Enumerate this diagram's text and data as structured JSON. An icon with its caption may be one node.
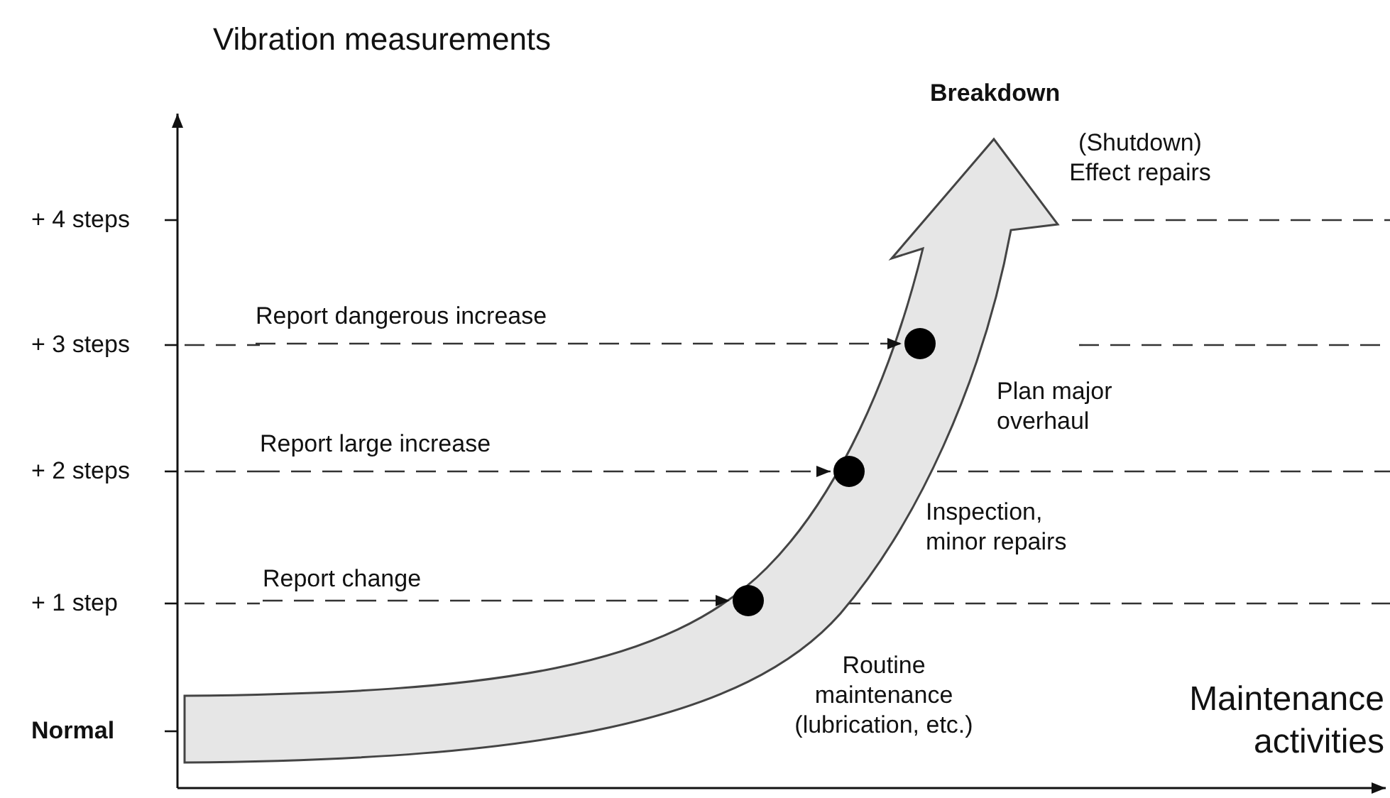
{
  "diagram": {
    "nodes": [
      {
        "text": [
          "Report dangerous increase"
        ]
      },
      {
        "text": [
          "Report large increase"
        ]
      },
      {
        "text": [
          "Report change"
        ]
      },
      {
        "text": [],
        "shape": "circle"
      },
      {
        "text": [],
        "shape": "circle"
      },
      {
        "text": [],
        "shape": "circle"
      }
    ],
    "edges": [
      {
        "from": 0,
        "to": 5,
        "arrow": "to",
        "style": "dashed"
      },
      {
        "from": 1,
        "to": 4,
        "arrow": "to",
        "style": "dashed"
      },
      {
        "from": 2,
        "to": 3,
        "arrow": "to",
        "style": "dashed"
      }
    ],
    "labels": [
      "Vibration measurements",
      "Breakdown",
      "+ 4 steps",
      "(Shutdown) Effect repairs",
      "+ 3 steps",
      "Plan major overhaul",
      "+ 2 steps",
      "Inspection, minor repairs",
      "+ 1 step",
      "Routine maintenance (lubrication, etc.)",
      "Maintenance activities",
      "Normal"
    ]
  }
}
